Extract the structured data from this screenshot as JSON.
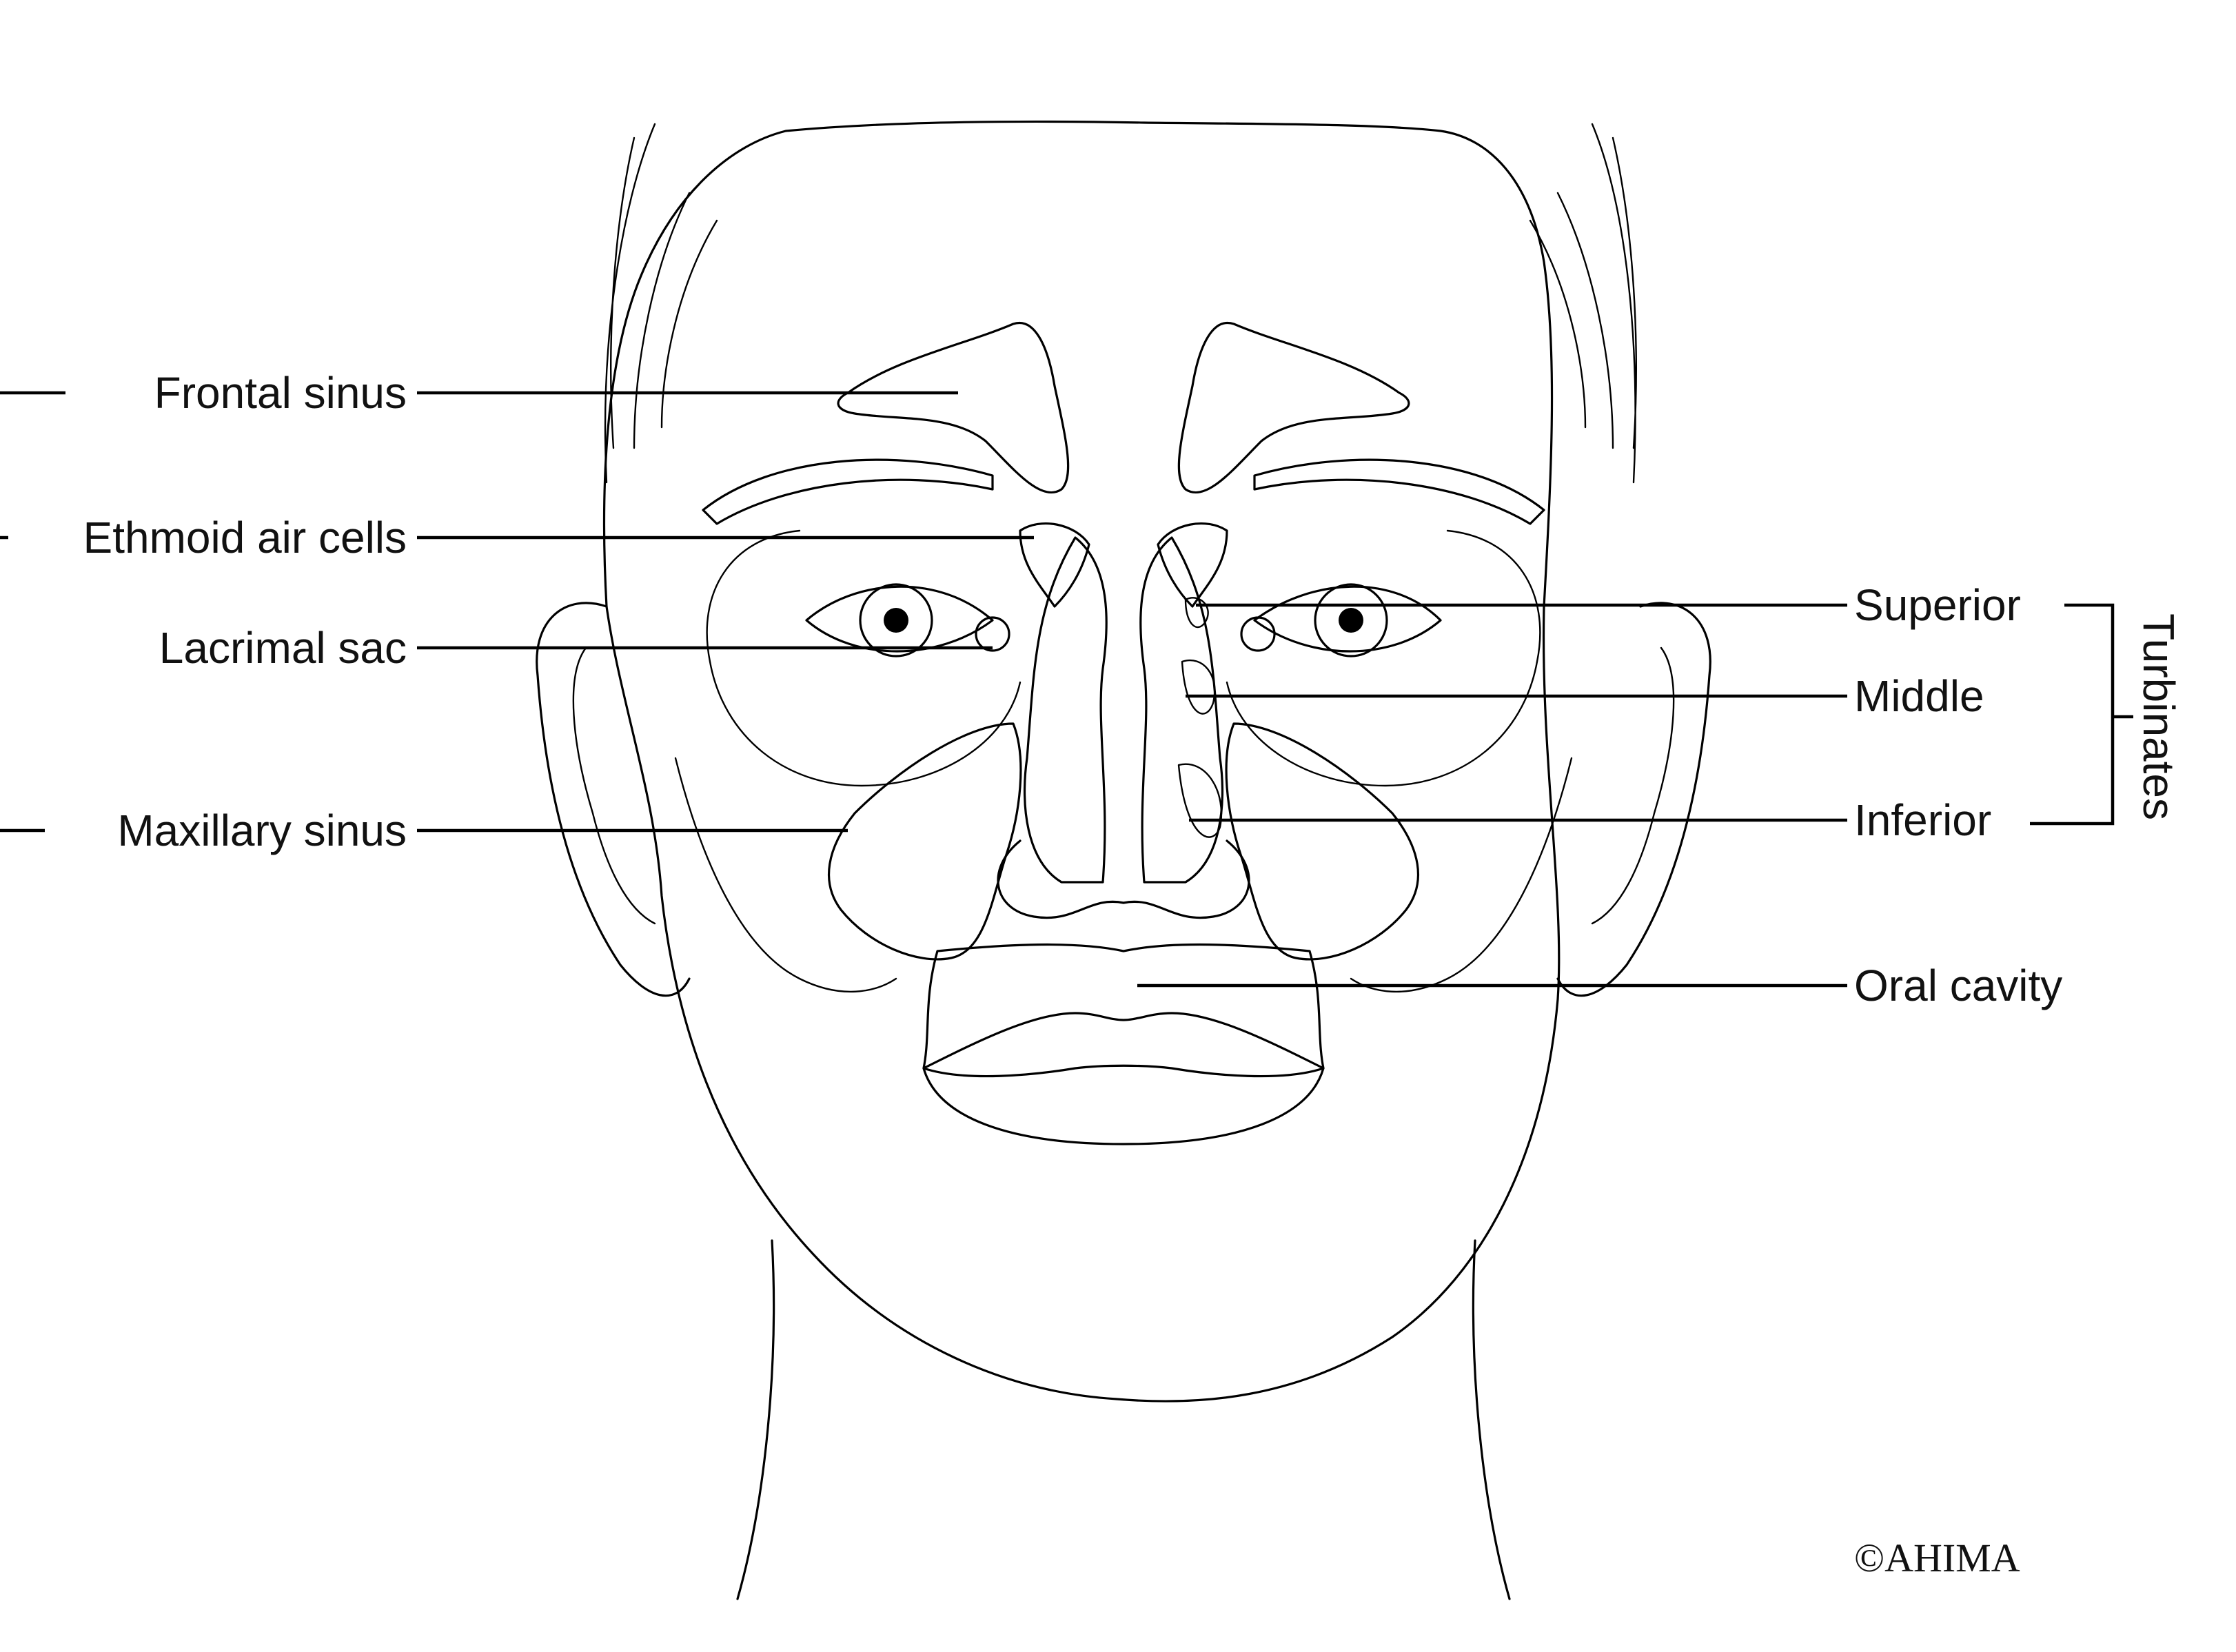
{
  "labels": {
    "frontal_sinus": "Frontal sinus",
    "ethmoid_air_cells": "Ethmoid air cells",
    "lacrimal_sac": "Lacrimal sac",
    "maxillary_sinus": "Maxillary sinus",
    "superior": "Superior",
    "middle": "Middle",
    "inferior": "Inferior",
    "turbinates": "Turbinates",
    "oral_cavity": "Oral cavity"
  },
  "copyright": "©AHIMA",
  "colors": {
    "ink": "#000000",
    "background": "#ffffff"
  }
}
